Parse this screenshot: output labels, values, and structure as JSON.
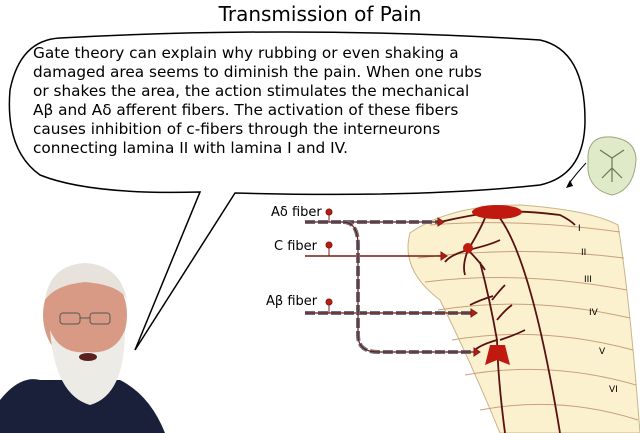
{
  "title": "Transmission of Pain",
  "speech_bubble": {
    "lines": [
      "Gate theory can explain why rubbing or even shaking a",
      "damaged area seems to diminish the pain.  When one rubs",
      "or shakes the area, the action stimulates the mechanical",
      "Aβ and Aδ afferent fibers.  The activation of these fibers",
      "causes inhibition of c-fibers through the interneurons",
      "connecting lamina II with lamina I and IV."
    ]
  },
  "diagram": {
    "fiber_labels": [
      "Aδ fiber",
      "C fiber",
      "Aβ fiber"
    ],
    "lamina_labels": [
      "I",
      "II",
      "III",
      "IV",
      "V",
      "VI"
    ],
    "colors": {
      "neuron": "#c01a10",
      "fiber": "#7a1a10",
      "cord": "#fbf1cf",
      "lamina_line": "#c9a07a"
    }
  }
}
